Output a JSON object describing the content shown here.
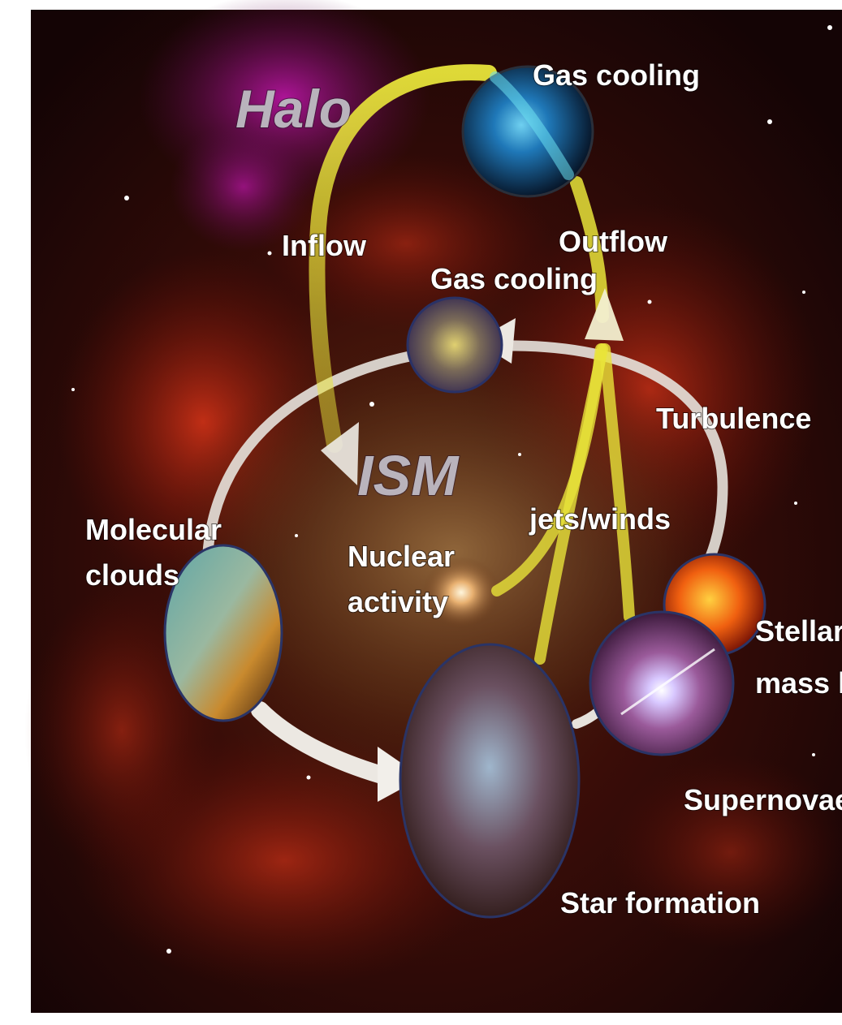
{
  "regions": {
    "halo": "Halo",
    "ism": "ISM"
  },
  "flows": {
    "inflow": "Inflow",
    "outflow": "Outflow",
    "jets_winds": "jets/winds",
    "turbulence": "Turbulence"
  },
  "components": {
    "gas_cooling_halo": "Gas cooling",
    "gas_cooling_ism": "Gas cooling",
    "molecular_clouds": [
      "Molecular",
      "clouds"
    ],
    "nuclear_activity": [
      "Nuclear",
      "activity"
    ],
    "stellar_mass_loss": [
      "Stellar",
      "mass lo"
    ],
    "supernovae": "Supernovae",
    "star_formation": "Star formation"
  },
  "colors": {
    "inflow_arrow": "#e8e43a",
    "ism_cycle_arrow": "#e6e2dc",
    "background": "#1a0708",
    "halo_glow": "#a3128f",
    "disk_glow": "#c92a14"
  }
}
